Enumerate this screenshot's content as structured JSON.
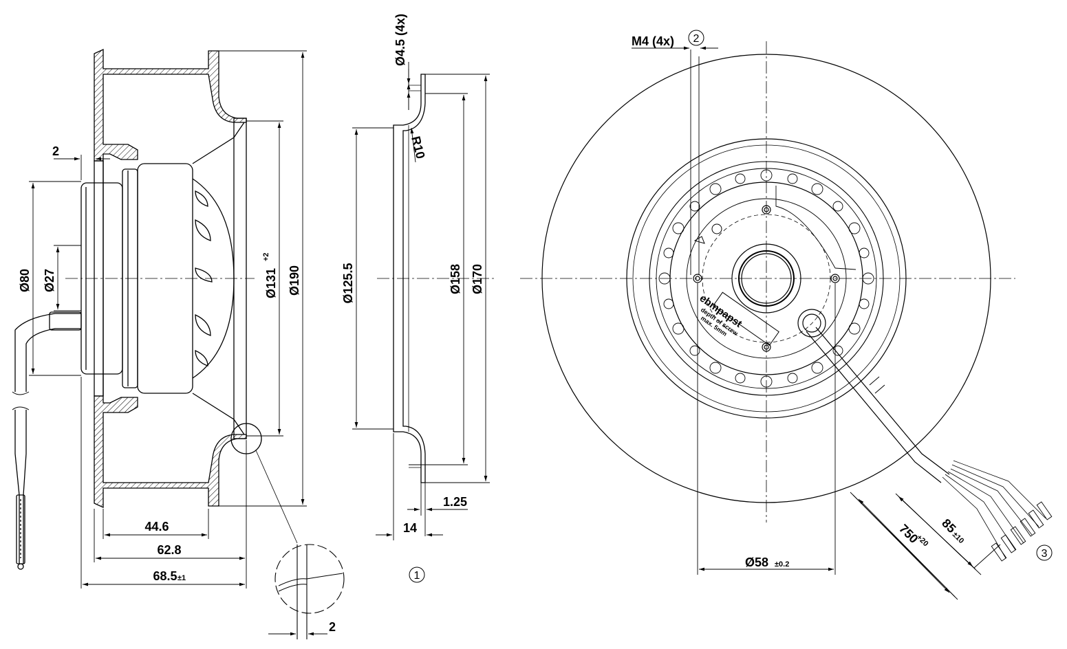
{
  "side_view": {
    "dim_2_top": "2",
    "dim_d80": "Ø80",
    "dim_d27": "Ø27",
    "dim_d131": "Ø131",
    "dim_d131_tol": "+2",
    "dim_d190": "Ø190",
    "dim_44_6": "44.6",
    "dim_62_8": "62.8",
    "dim_68_5": "68.5",
    "dim_68_5_tol": "±1",
    "detail_dim_2": "2"
  },
  "inlet_ring": {
    "dim_d4_5": "Ø4.5 (4x)",
    "dim_r10": "R10",
    "dim_d125_5": "Ø125.5",
    "dim_d158": "Ø158",
    "dim_d170": "Ø170",
    "dim_1_25": "1.25",
    "dim_14": "14",
    "ref_1": "1"
  },
  "front_view": {
    "dim_m4": "M4 (4x)",
    "ref_2": "2",
    "ref_3": "3",
    "logo": "ebmpapst",
    "note_line1": "depth of screw",
    "note_line2": "max. 5mm",
    "dim_d58": "Ø58",
    "dim_d58_tol": "±0.2",
    "dim_750": "750",
    "dim_750_tol": "+20",
    "dim_85": "85",
    "dim_85_tol": "±10"
  }
}
